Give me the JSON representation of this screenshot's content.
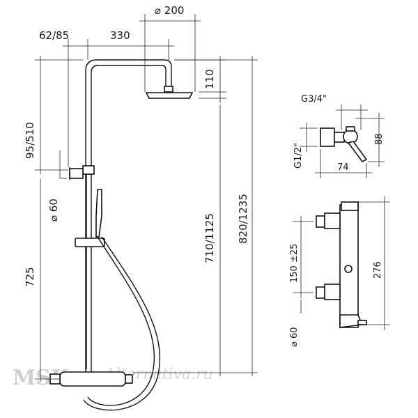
{
  "dimensions": {
    "head_diameter": "⌀ 200",
    "wall_offset": "62/85",
    "arm_length": "330",
    "head_height": "110",
    "upper_range": "95/510",
    "bracket_diameter": "⌀ 60",
    "mixer_height": "725",
    "rail_height": "710/1125",
    "total_height": "820/1235"
  },
  "detail_top": {
    "thread_outlet": "G3/4\"",
    "thread_inlet": "G1/2\"",
    "depth": "74",
    "height": "88"
  },
  "detail_front": {
    "centers": "150 ±25",
    "height": "276",
    "eccentric_diameter": "⌀ 60"
  },
  "watermark": {
    "brand": "MSK",
    "site": "Alternativa.ru"
  }
}
